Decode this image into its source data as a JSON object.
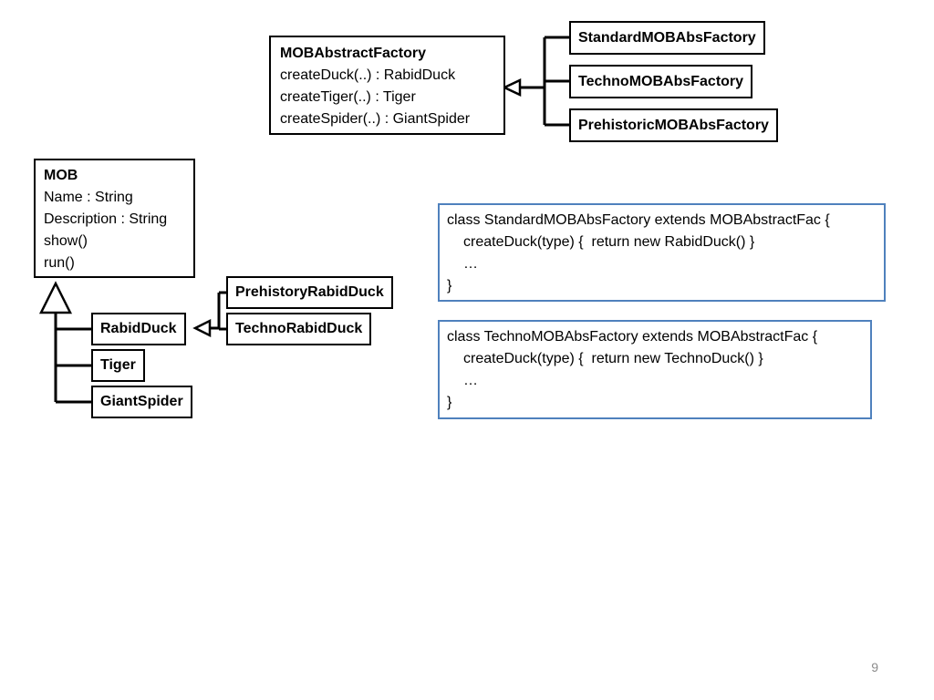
{
  "factory": {
    "title": "MOBAbstractFactory",
    "methods": [
      "createDuck(..) : RabidDuck",
      "createTiger(..) : Tiger",
      "createSpider(..) : GiantSpider"
    ]
  },
  "factory_subclasses": [
    "StandardMOBAbsFactory",
    "TechnoMOBAbsFactory",
    "PrehistoricMOBAbsFactory"
  ],
  "mob": {
    "title": "MOB",
    "members": [
      "Name : String",
      "Description : String",
      "show()",
      "run()"
    ]
  },
  "mob_subclasses": [
    "RabidDuck",
    "Tiger",
    "GiantSpider"
  ],
  "duck_subclasses": [
    "PrehistoryRabidDuck",
    "TechnoRabidDuck"
  ],
  "code_snippets": [
    {
      "lines": [
        "class StandardMOBAbsFactory extends MOBAbstractFac {",
        "createDuck(type) {  return new RabidDuck() }",
        "…",
        "}"
      ]
    },
    {
      "lines": [
        "class TechnoMOBAbsFactory extends MOBAbstractFac {",
        "createDuck(type) {  return new TechnoDuck() }",
        "…",
        "}"
      ]
    }
  ],
  "slide_number": "9"
}
